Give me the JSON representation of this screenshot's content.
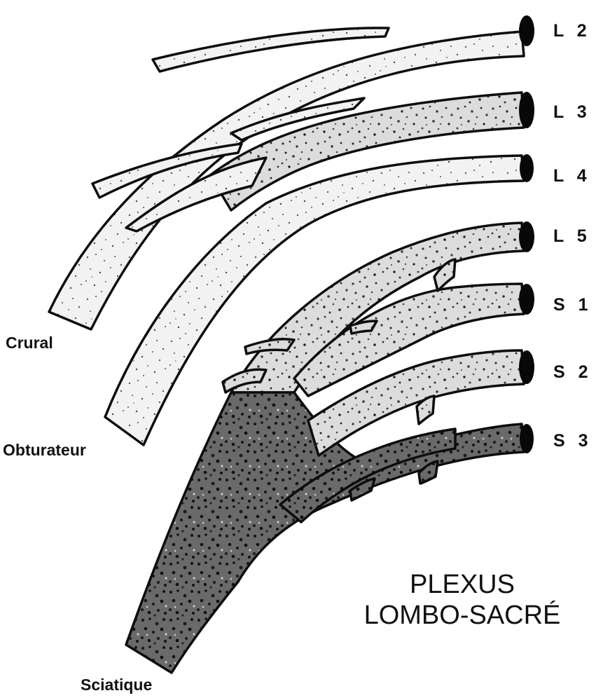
{
  "roots": [
    {
      "id": "l2",
      "label": "L 2"
    },
    {
      "id": "l3",
      "label": "L 3"
    },
    {
      "id": "l4",
      "label": "L 4"
    },
    {
      "id": "l5",
      "label": "L 5"
    },
    {
      "id": "s1",
      "label": "S 1"
    },
    {
      "id": "s2",
      "label": "S 2"
    },
    {
      "id": "s3",
      "label": "S 3"
    }
  ],
  "branches": {
    "crural": "Crural",
    "obturateur": "Obturateur",
    "sciatique": "Sciatique"
  },
  "title": {
    "line1": "PLEXUS",
    "line2": "LOMBO-SACRÉ"
  },
  "colors": {
    "ink": "#0d0d0d",
    "paper": "#ffffff"
  }
}
